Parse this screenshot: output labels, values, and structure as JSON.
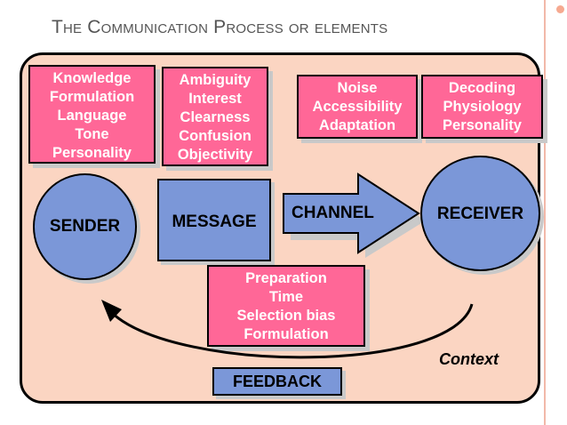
{
  "title": "The Communication Process or elements",
  "sender": {
    "label": "SENDER",
    "factors": [
      "Knowledge",
      "Formulation",
      "Language",
      "Tone",
      "Personality"
    ]
  },
  "message": {
    "label": "MESSAGE",
    "factors": [
      "Ambiguity",
      "Interest",
      "Clearness",
      "Confusion",
      "Objectivity"
    ]
  },
  "channel": {
    "label": "CHANNEL",
    "factors": [
      "Noise",
      "Accessibility",
      "Adaptation"
    ]
  },
  "receiver": {
    "label": "RECEIVER",
    "factors": [
      "Decoding",
      "Physiology",
      "Personality"
    ]
  },
  "feedback": {
    "label": "FEEDBACK",
    "factors": [
      "Preparation",
      "Time",
      "Selection bias",
      "Formulation"
    ]
  },
  "context_label": "Context",
  "colors": {
    "panel": "#fbd5c2",
    "factor_box": "#ff6797",
    "element": "#7b97d8",
    "title": "#555555"
  }
}
